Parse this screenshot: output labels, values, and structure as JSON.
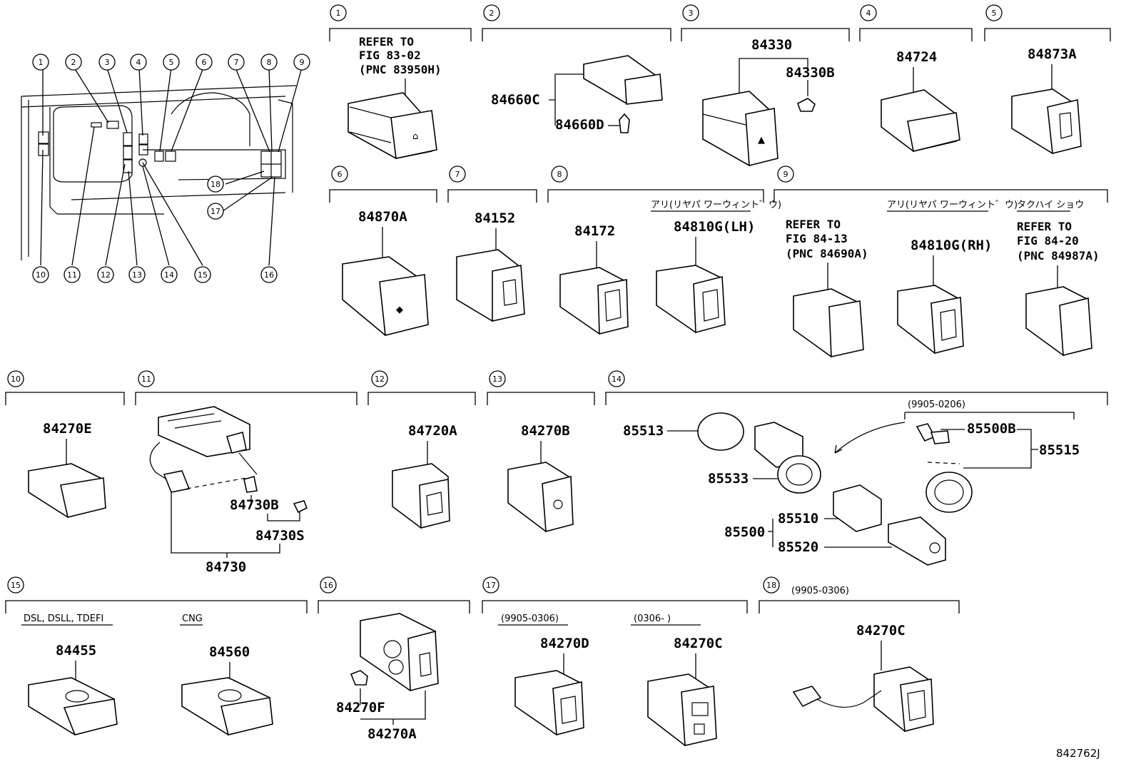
{
  "diagram_code": "842762J",
  "overview": {
    "callouts_top": [
      "1",
      "2",
      "3",
      "4",
      "5",
      "6",
      "7",
      "8",
      "9"
    ],
    "callouts_bottom": [
      "10",
      "11",
      "12",
      "13",
      "14",
      "15",
      "16"
    ],
    "callouts_side": [
      "18",
      "17"
    ]
  },
  "sections": [
    {
      "num": "1",
      "parts": [],
      "refer": [
        "REFER TO",
        "FIG 83-02",
        "(PNC 83950H)"
      ]
    },
    {
      "num": "2",
      "parts": [
        "84660C",
        "84660D"
      ]
    },
    {
      "num": "3",
      "parts": [
        "84330",
        "84330B"
      ]
    },
    {
      "num": "4",
      "parts": [
        "84724"
      ]
    },
    {
      "num": "5",
      "parts": [
        "84873A"
      ]
    },
    {
      "num": "6",
      "parts": [
        "84870A"
      ]
    },
    {
      "num": "7",
      "parts": [
        "84152"
      ]
    },
    {
      "num": "8",
      "parts": [
        "84172",
        "84810G(LH)"
      ],
      "note": "アリ(リヤパ ワーウィント゛ウ)"
    },
    {
      "num": "9",
      "parts": [
        "84810G(RH)"
      ],
      "note": "アリ(リヤパ ワーウィント゛ウ)",
      "note2": "タクハイ ショウ",
      "refer": [
        "REFER TO",
        "FIG 84-13",
        "(PNC 84690A)"
      ],
      "refer2": [
        "REFER TO",
        "FIG 84-20",
        "(PNC 84987A)"
      ]
    },
    {
      "num": "10",
      "parts": [
        "84270E"
      ]
    },
    {
      "num": "11",
      "parts": [
        "84730B",
        "84730S",
        "84730"
      ]
    },
    {
      "num": "12",
      "parts": [
        "84720A"
      ]
    },
    {
      "num": "13",
      "parts": [
        "84270B"
      ]
    },
    {
      "num": "14",
      "parts": [
        "85513",
        "85533",
        "85500B",
        "85515",
        "85510",
        "85500",
        "85520"
      ],
      "note": "(9905-0206)"
    },
    {
      "num": "15",
      "parts": [
        "84455",
        "84560"
      ],
      "note": "DSL, DSLL, TDEFI",
      "note2": "CNG"
    },
    {
      "num": "16",
      "parts": [
        "84270F",
        "84270A"
      ]
    },
    {
      "num": "17",
      "parts": [
        "84270D",
        "84270C"
      ],
      "note": "(9905-0306)",
      "note2": "(0306-       )"
    },
    {
      "num": "18",
      "parts": [
        "84270C"
      ],
      "note": "(9905-0306)"
    }
  ]
}
